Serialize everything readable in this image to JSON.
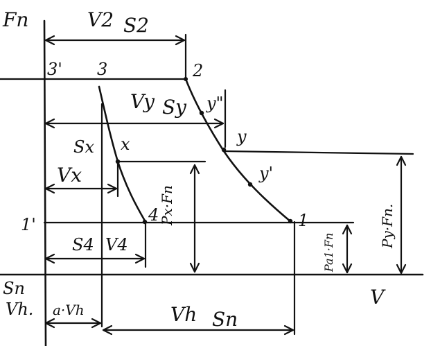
{
  "labels": {
    "fn_axis": "Fn",
    "v2": "V2",
    "s2": "S2",
    "p3prime": "3'",
    "p3": "3",
    "p2": "2",
    "vy": "Vy",
    "sy": "Sy",
    "y_double": "y\"",
    "y": "y",
    "sx": "Sx",
    "x": "x",
    "vx": "Vx",
    "y_prime": "y'",
    "p_x_fn": "Px·Fn",
    "p_y_fn": "Py·Fn.",
    "p1prime": "1'",
    "p4": "4",
    "p1": "1",
    "p_a1_fn": "Pa1·Fn",
    "s4": "S4",
    "v4": "V4",
    "sn_left": "Sn",
    "vh_left": "Vh.",
    "a_vh": "a·Vh",
    "vh": "Vh",
    "sn": "Sn",
    "v_axis": "V"
  },
  "colors": {
    "ink": "#111111",
    "paper": "#ffffff"
  }
}
